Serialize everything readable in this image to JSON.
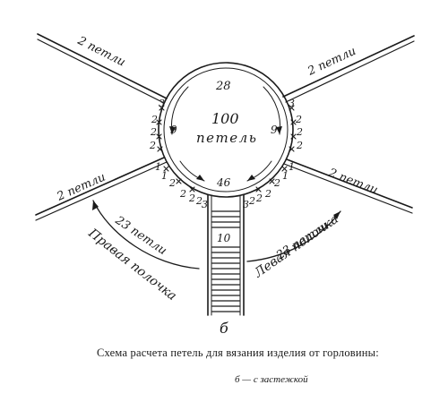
{
  "diagram": {
    "center_count": "100",
    "center_word": "петель",
    "top_count": "28",
    "bottom_count": "46",
    "left_side_count": "9",
    "right_side_count": "9",
    "lower_band_count": "10",
    "strand_label": "2 петли",
    "left_arc_count": "23 петли",
    "left_arc_name": "Правая полочка",
    "right_arc_count": "23 петли",
    "right_arc_name": "Левая полочка",
    "bottom_letter": "б",
    "marks": {
      "three": "3",
      "two": "2",
      "one": "1"
    }
  },
  "caption": {
    "line": "Схема расчета петель для вязания изделия от горловины:",
    "sub_letter": "б",
    "sub_text": " — с застежкой"
  }
}
